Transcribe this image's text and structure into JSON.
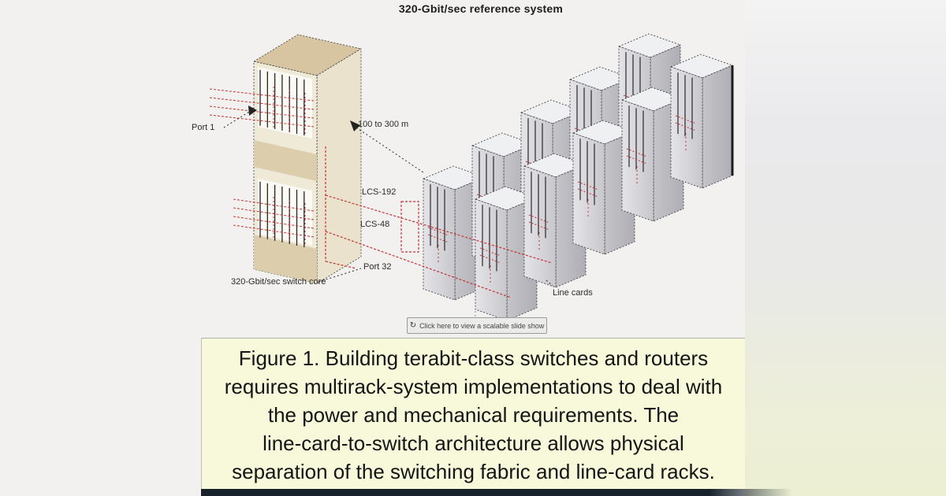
{
  "figure": {
    "title": "320-Gbit/sec reference system",
    "labels": {
      "port1": "Port 1",
      "distance": "100 to 300 m",
      "lcs192": "LCS-192",
      "lcs48": "LCS-48",
      "port32": "Port 32",
      "switch_core": "320-Gbit/sec switch core",
      "line_cards": "Line cards"
    },
    "colors": {
      "link_red": "#c23434",
      "switch_rack_tan": "#d6c5a0",
      "line_card_rack_grey": "#d8d8dc",
      "caption_background": "#f8f8da",
      "bottom_strip_navy": "#17222d"
    }
  },
  "slideshow_button": {
    "icon": "↻",
    "label": "Click here to view a scalable slide show"
  },
  "caption": {
    "lines": [
      "Figure 1. Building terabit-class switches and routers",
      "requires multirack-system implementations to deal with",
      "the power and mechanical requirements. The",
      "line-card-to-switch architecture allows physical",
      "separation of the switching fabric and line-card racks."
    ]
  }
}
